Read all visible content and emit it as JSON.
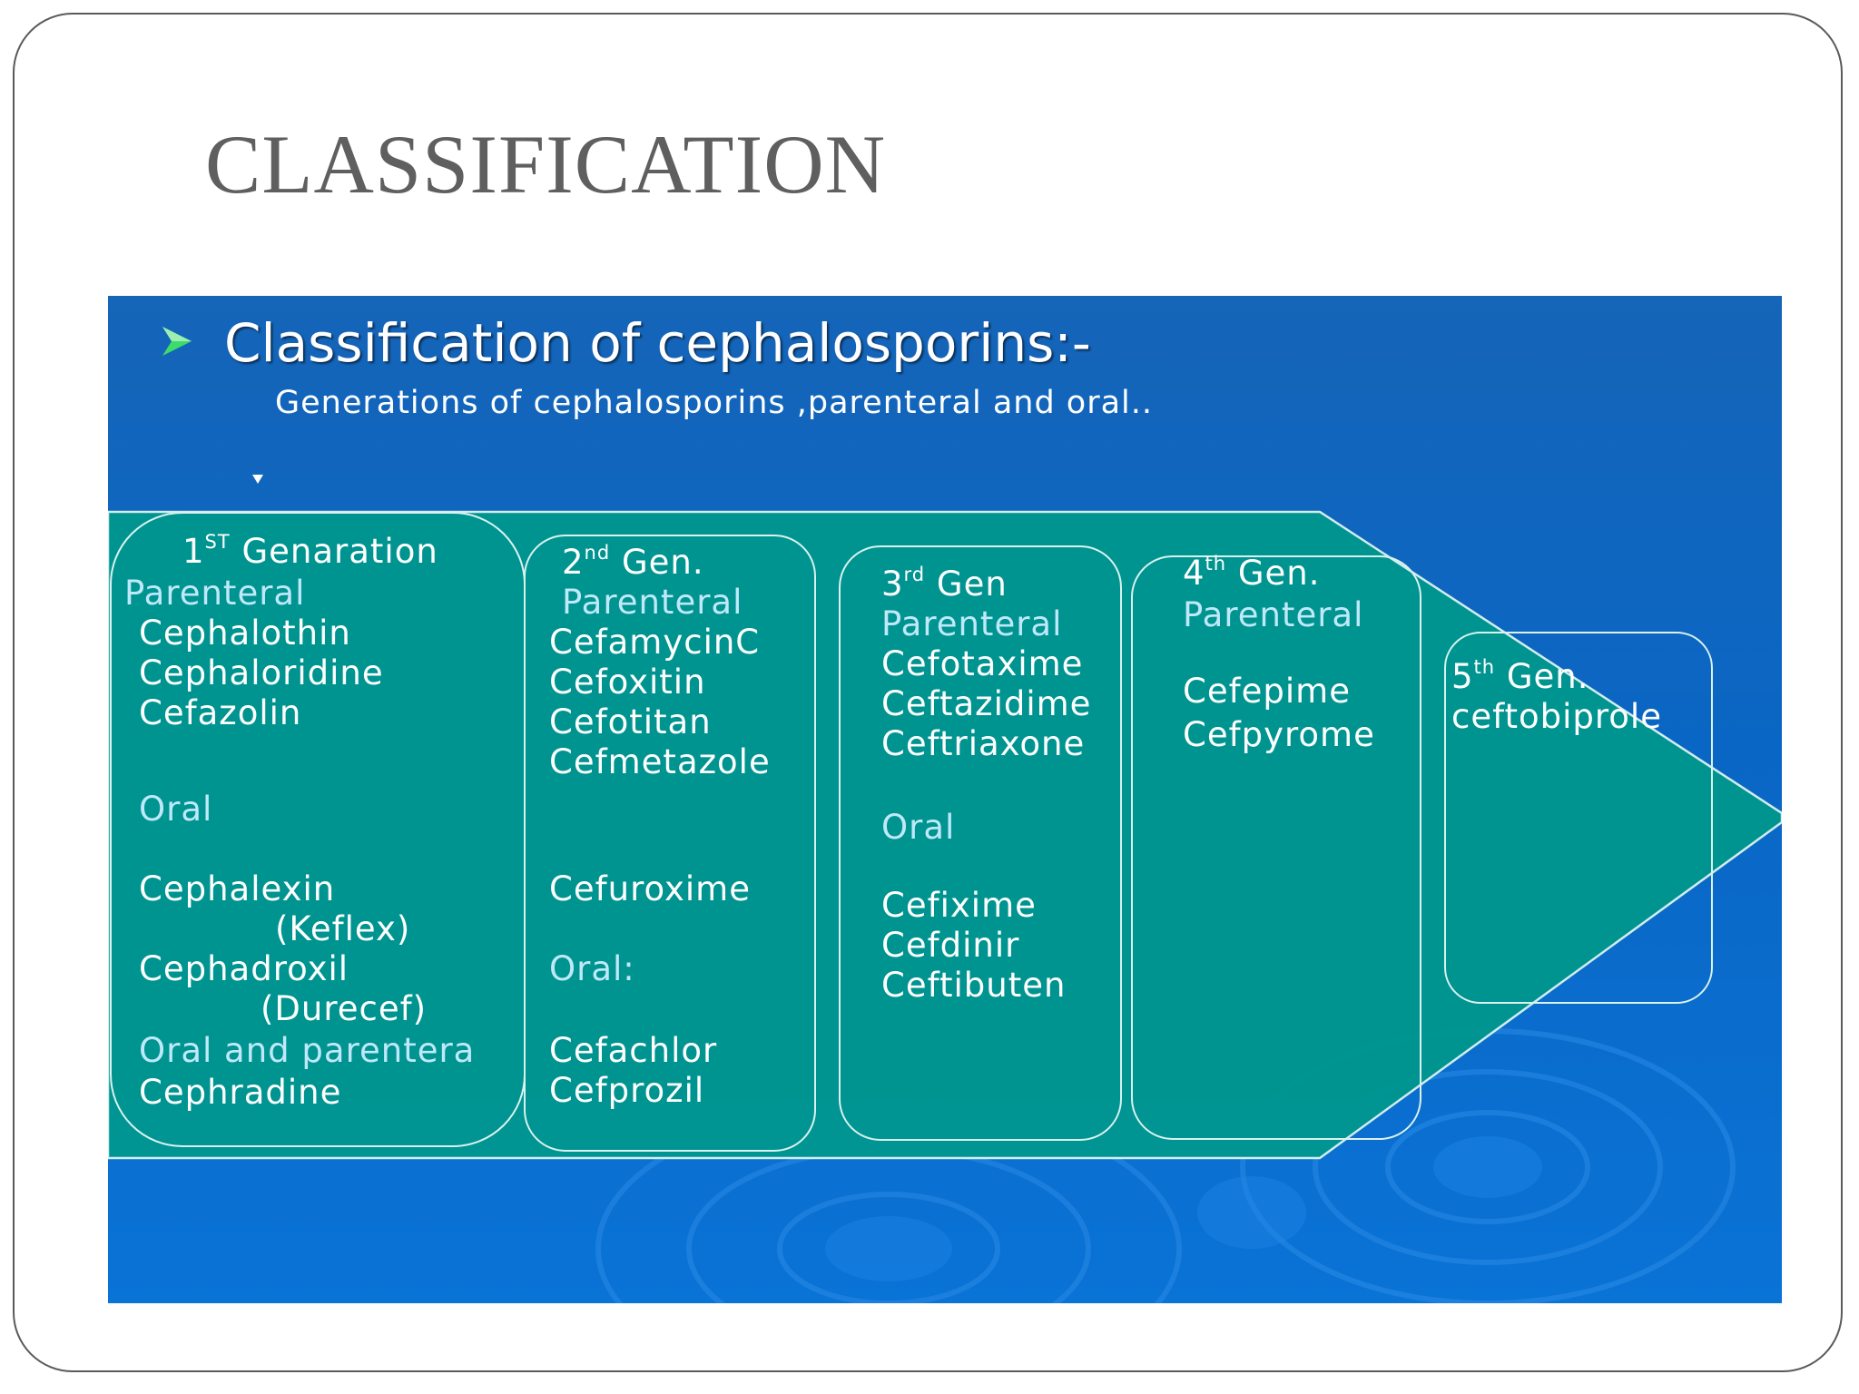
{
  "slide": {
    "title": "CLASSIFICATION"
  },
  "panel": {
    "heading": "Classification of cephalosporins:-",
    "subheading": "Generations of cephalosporins ,parenteral and oral..",
    "colors": {
      "background": "#0a66c4",
      "arrow_fill": "#009690",
      "box_border": "#d9f2ee",
      "label_text": "#bfe9f8",
      "bullet": "#3ddc6a"
    }
  },
  "generations": [
    {
      "number": "1",
      "suffix": "ST",
      "word": "Genaration",
      "groups": [
        {
          "label": "Parenteral",
          "drugs": [
            "Cephalothin",
            "Cephaloridine",
            "Cefazolin"
          ]
        },
        {
          "label": "Oral",
          "drugs": [
            "Cephalexin",
            "(Keflex)",
            "Cephadroxil",
            "(Durecef)"
          ]
        },
        {
          "label": "Oral and parentera",
          "drugs": [
            "Cephradine"
          ]
        }
      ]
    },
    {
      "number": "2",
      "suffix": "nd",
      "word": "Gen.",
      "groups": [
        {
          "label": "Parenteral",
          "drugs": [
            "CefamycinC",
            "Cefoxitin",
            "Cefotitan",
            "Cefmetazole",
            "Cefuroxime"
          ]
        },
        {
          "label": "Oral:",
          "drugs": [
            "Cefachlor",
            "Cefprozil"
          ]
        }
      ]
    },
    {
      "number": "3",
      "suffix": "rd",
      "word": "Gen",
      "groups": [
        {
          "label": "Parenteral",
          "drugs": [
            "Cefotaxime",
            "Ceftazidime",
            "Ceftriaxone"
          ]
        },
        {
          "label": "Oral",
          "drugs": [
            "Cefixime",
            "Cefdinir",
            "Ceftibuten"
          ]
        }
      ]
    },
    {
      "number": "4",
      "suffix": "th",
      "word": "Gen.",
      "groups": [
        {
          "label": "Parenteral",
          "drugs": [
            "Cefepime",
            "Cefpyrome"
          ]
        }
      ]
    },
    {
      "number": "5",
      "suffix": "th",
      "word": "Gen.",
      "groups": [
        {
          "label": "",
          "drugs": [
            "ceftobiprole"
          ]
        }
      ]
    }
  ]
}
